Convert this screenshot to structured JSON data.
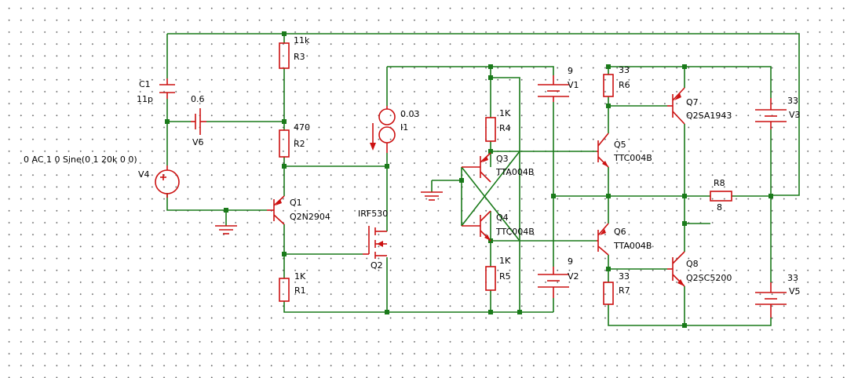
{
  "colors": {
    "wire": "#1a7a1a",
    "component": "#cc1111",
    "text": "#000000",
    "grid_dot": "#6b6b6b"
  },
  "components": {
    "C1": {
      "ref": "C1",
      "value": "11p"
    },
    "R3": {
      "ref": "R3",
      "value": "11k"
    },
    "R2": {
      "ref": "R2",
      "value": "470"
    },
    "R1": {
      "ref": "R1",
      "value": "1K"
    },
    "V6": {
      "ref": "V6",
      "value": "0.6"
    },
    "V4": {
      "ref": "V4",
      "value": "0 AC 1 0 Sine(0 1 20k 0 0)"
    },
    "Q1": {
      "ref": "Q1",
      "model": "Q2N2904"
    },
    "I1": {
      "ref": "I1",
      "value": "0.03"
    },
    "Q2": {
      "ref": "Q2",
      "model": "IRF530"
    },
    "R4": {
      "ref": "R4",
      "value": "1K"
    },
    "R5": {
      "ref": "R5",
      "value": "1K"
    },
    "Q3": {
      "ref": "Q3",
      "model": "TTA004B"
    },
    "Q4": {
      "ref": "Q4",
      "model": "TTC004B"
    },
    "V1": {
      "ref": "V1",
      "value": "9"
    },
    "V2": {
      "ref": "V2",
      "value": "9"
    },
    "Q5": {
      "ref": "Q5",
      "model": "TTC004B"
    },
    "Q6": {
      "ref": "Q6",
      "model": "TTA004B"
    },
    "R6": {
      "ref": "R6",
      "value": "33"
    },
    "R7": {
      "ref": "R7",
      "value": "33"
    },
    "Q7": {
      "ref": "Q7",
      "model": "Q2SA1943"
    },
    "Q8": {
      "ref": "Q8",
      "model": "Q2SC5200"
    },
    "R8": {
      "ref": "R8",
      "value": "8"
    },
    "V3": {
      "ref": "V3",
      "value": "33"
    },
    "V5": {
      "ref": "V5",
      "value": "33"
    }
  }
}
